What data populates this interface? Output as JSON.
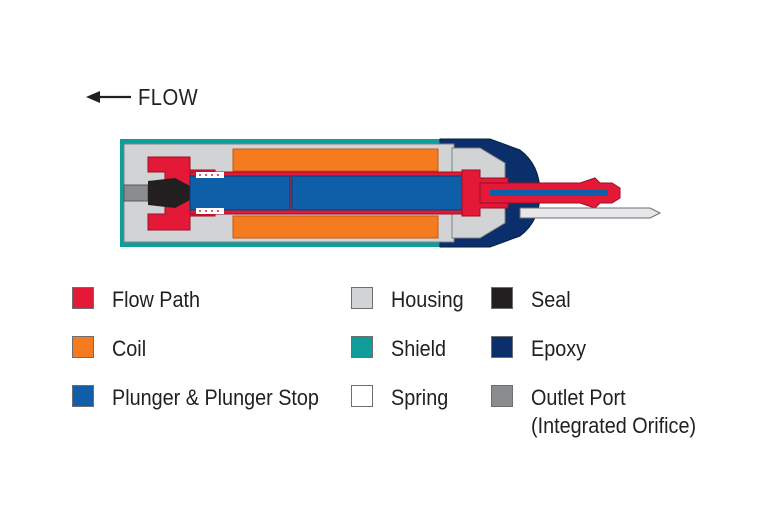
{
  "flow": {
    "label": "FLOW"
  },
  "colors": {
    "flow_path": "#e31937",
    "coil": "#f47b20",
    "plunger": "#0f5ea8",
    "housing": "#d1d3d4",
    "shield": "#0f9d9a",
    "spring": "#ffffff",
    "seal": "#231f20",
    "epoxy": "#0a2f6b",
    "outlet_port": "#8a8c8e",
    "pin": "#e6e7e8"
  },
  "legend": [
    {
      "label": "Flow Path",
      "color": "#e31937"
    },
    {
      "label": "Coil",
      "color": "#f47b20"
    },
    {
      "label": "Plunger & Plunger Stop",
      "color": "#0f5ea8"
    },
    {
      "label": "Housing",
      "color": "#d1d3d4"
    },
    {
      "label": "Shield",
      "color": "#0f9d9a"
    },
    {
      "label": "Spring",
      "color": "#ffffff"
    },
    {
      "label": "Seal",
      "color": "#231f20"
    },
    {
      "label": "Epoxy",
      "color": "#0a2f6b"
    },
    {
      "label": "Outlet Port",
      "label_line2": "(Integrated Orifice)",
      "color": "#8a8c8e"
    }
  ]
}
